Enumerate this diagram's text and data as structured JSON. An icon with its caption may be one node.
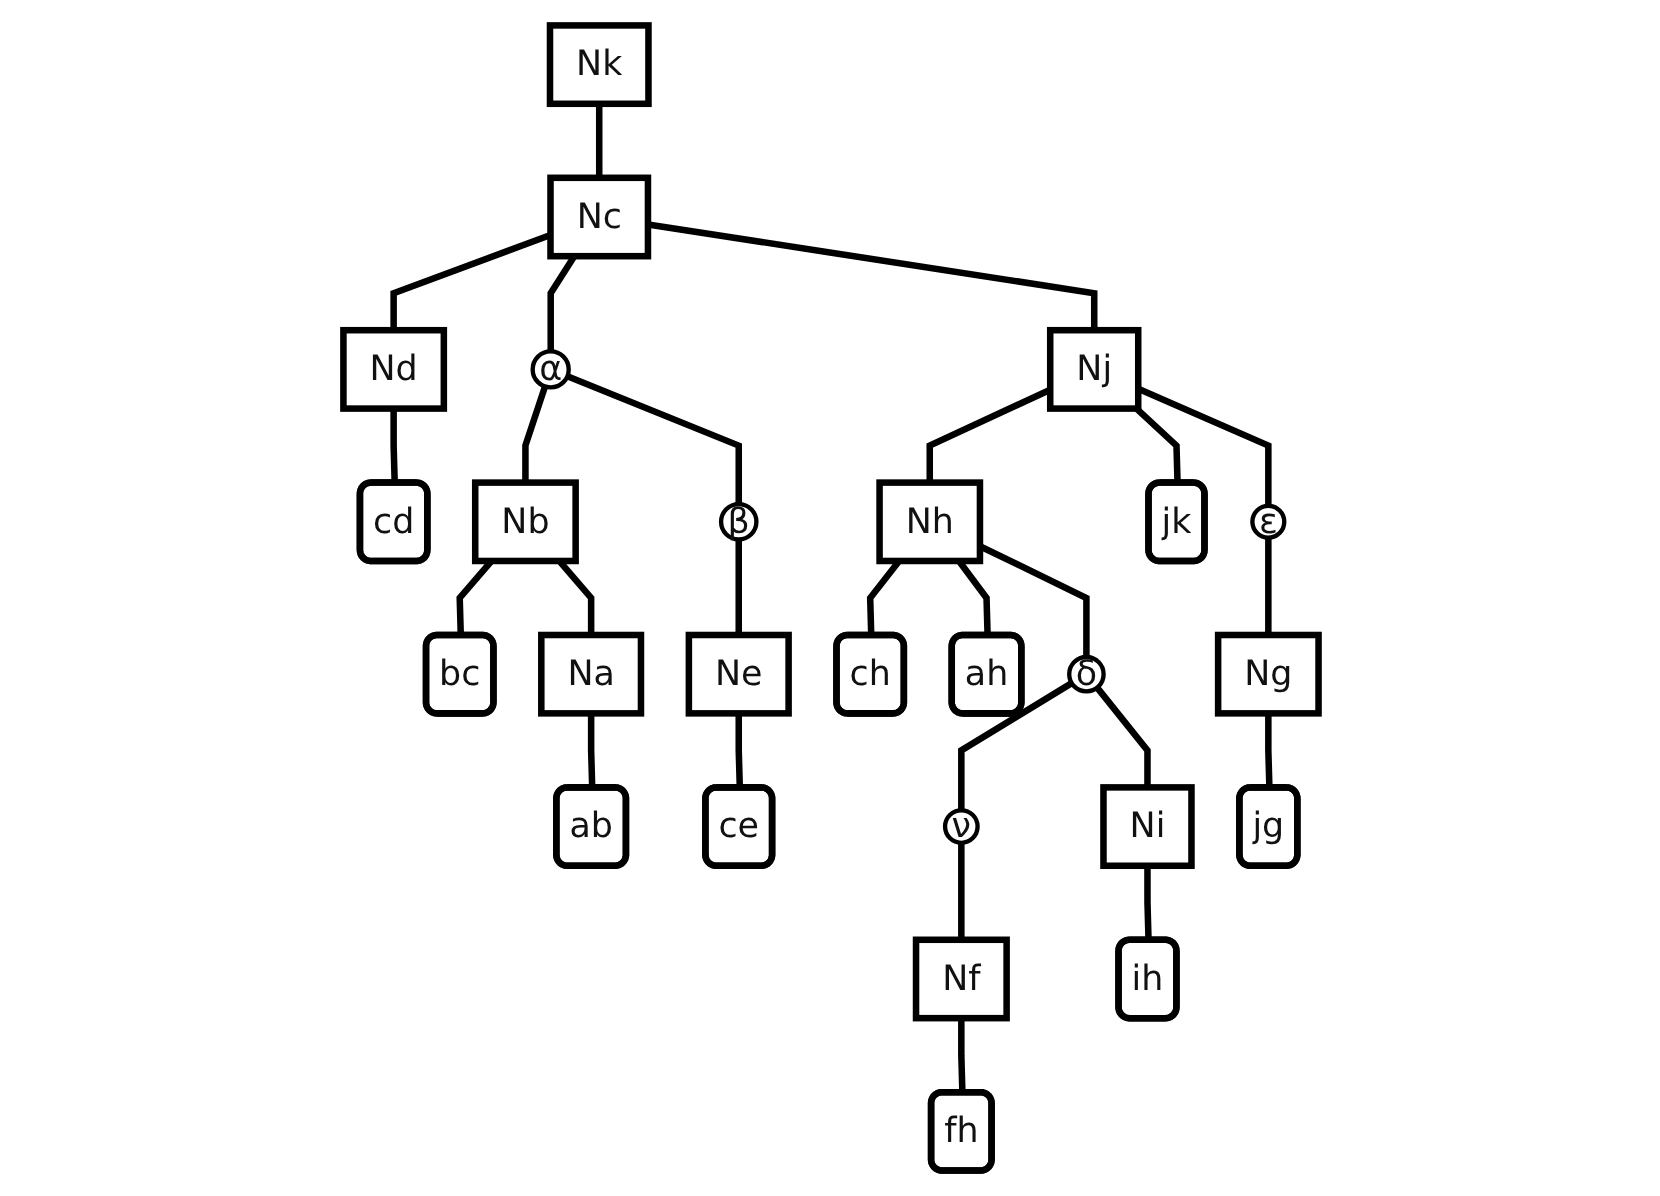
{
  "diagram": {
    "nodes": [
      {
        "text": [
          "Nk"
        ]
      },
      {
        "text": [
          "Nc"
        ]
      },
      {
        "text": [
          "Nd"
        ]
      },
      {
        "text": [
          "α"
        ]
      },
      {
        "text": [
          "Nj"
        ]
      },
      {
        "text": [
          "β"
        ]
      },
      {
        "text": [
          "cd"
        ]
      },
      {
        "text": [
          "Nb"
        ]
      },
      {
        "text": [
          "Nh"
        ]
      },
      {
        "text": [
          "jk"
        ]
      },
      {
        "text": [
          "bc"
        ]
      },
      {
        "text": [
          "Na"
        ]
      },
      {
        "text": [
          "Ne"
        ]
      },
      {
        "text": [
          "ch"
        ]
      },
      {
        "text": [
          "ah"
        ]
      },
      {
        "text": [
          "ab"
        ]
      },
      {
        "text": [
          "ce"
        ]
      },
      {
        "text": [
          "δ"
        ]
      },
      {
        "text": [
          "ε"
        ]
      },
      {
        "text": [
          "ν"
        ]
      },
      {
        "text": [
          "Ni"
        ]
      },
      {
        "text": [
          "Ng"
        ]
      },
      {
        "text": [
          "Nf"
        ]
      },
      {
        "text": [
          "ih"
        ]
      },
      {
        "text": [
          "jg"
        ]
      },
      {
        "text": [
          "fh"
        ]
      }
    ],
    "edges": [
      {
        "from": 0,
        "to": 1,
        "arrow": "none"
      },
      {
        "from": 1,
        "to": 2,
        "arrow": "none"
      },
      {
        "from": 1,
        "to": 3,
        "arrow": "none"
      },
      {
        "from": 1,
        "to": 4,
        "arrow": "none"
      },
      {
        "from": 2,
        "to": 6,
        "arrow": "none"
      },
      {
        "from": 3,
        "to": 7,
        "arrow": "none"
      },
      {
        "from": 3,
        "to": 5,
        "arrow": "none"
      },
      {
        "from": 5,
        "to": 12,
        "arrow": "none"
      },
      {
        "from": 7,
        "to": 10,
        "arrow": "none"
      },
      {
        "from": 7,
        "to": 11,
        "arrow": "none"
      },
      {
        "from": 11,
        "to": 15,
        "arrow": "none"
      },
      {
        "from": 12,
        "to": 16,
        "arrow": "none"
      },
      {
        "from": 4,
        "to": 8,
        "arrow": "none"
      },
      {
        "from": 4,
        "to": 9,
        "arrow": "none"
      },
      {
        "from": 4,
        "to": 18,
        "arrow": "none"
      },
      {
        "from": 8,
        "to": 13,
        "arrow": "none"
      },
      {
        "from": 8,
        "to": 14,
        "arrow": "none"
      },
      {
        "from": 8,
        "to": 17,
        "arrow": "none"
      },
      {
        "from": 17,
        "to": 19,
        "arrow": "none"
      },
      {
        "from": 17,
        "to": 20,
        "arrow": "none"
      },
      {
        "from": 19,
        "to": 22,
        "arrow": "none"
      },
      {
        "from": 22,
        "to": 25,
        "arrow": "none"
      },
      {
        "from": 20,
        "to": 23,
        "arrow": "none"
      },
      {
        "from": 18,
        "to": 21,
        "arrow": "none"
      },
      {
        "from": 21,
        "to": 24,
        "arrow": "none"
      }
    ]
  }
}
